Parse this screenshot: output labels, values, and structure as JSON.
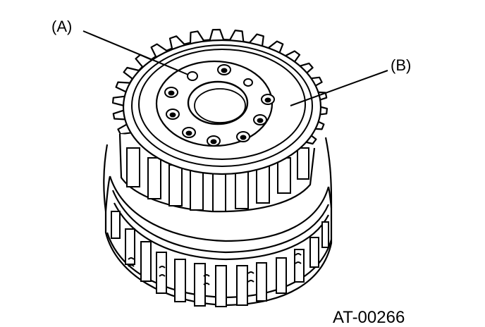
{
  "figure": {
    "labels": {
      "a": "(A)",
      "b": "(B)"
    },
    "figure_id": "AT-00266"
  },
  "colors": {
    "line": "#000000",
    "background": "#ffffff"
  }
}
